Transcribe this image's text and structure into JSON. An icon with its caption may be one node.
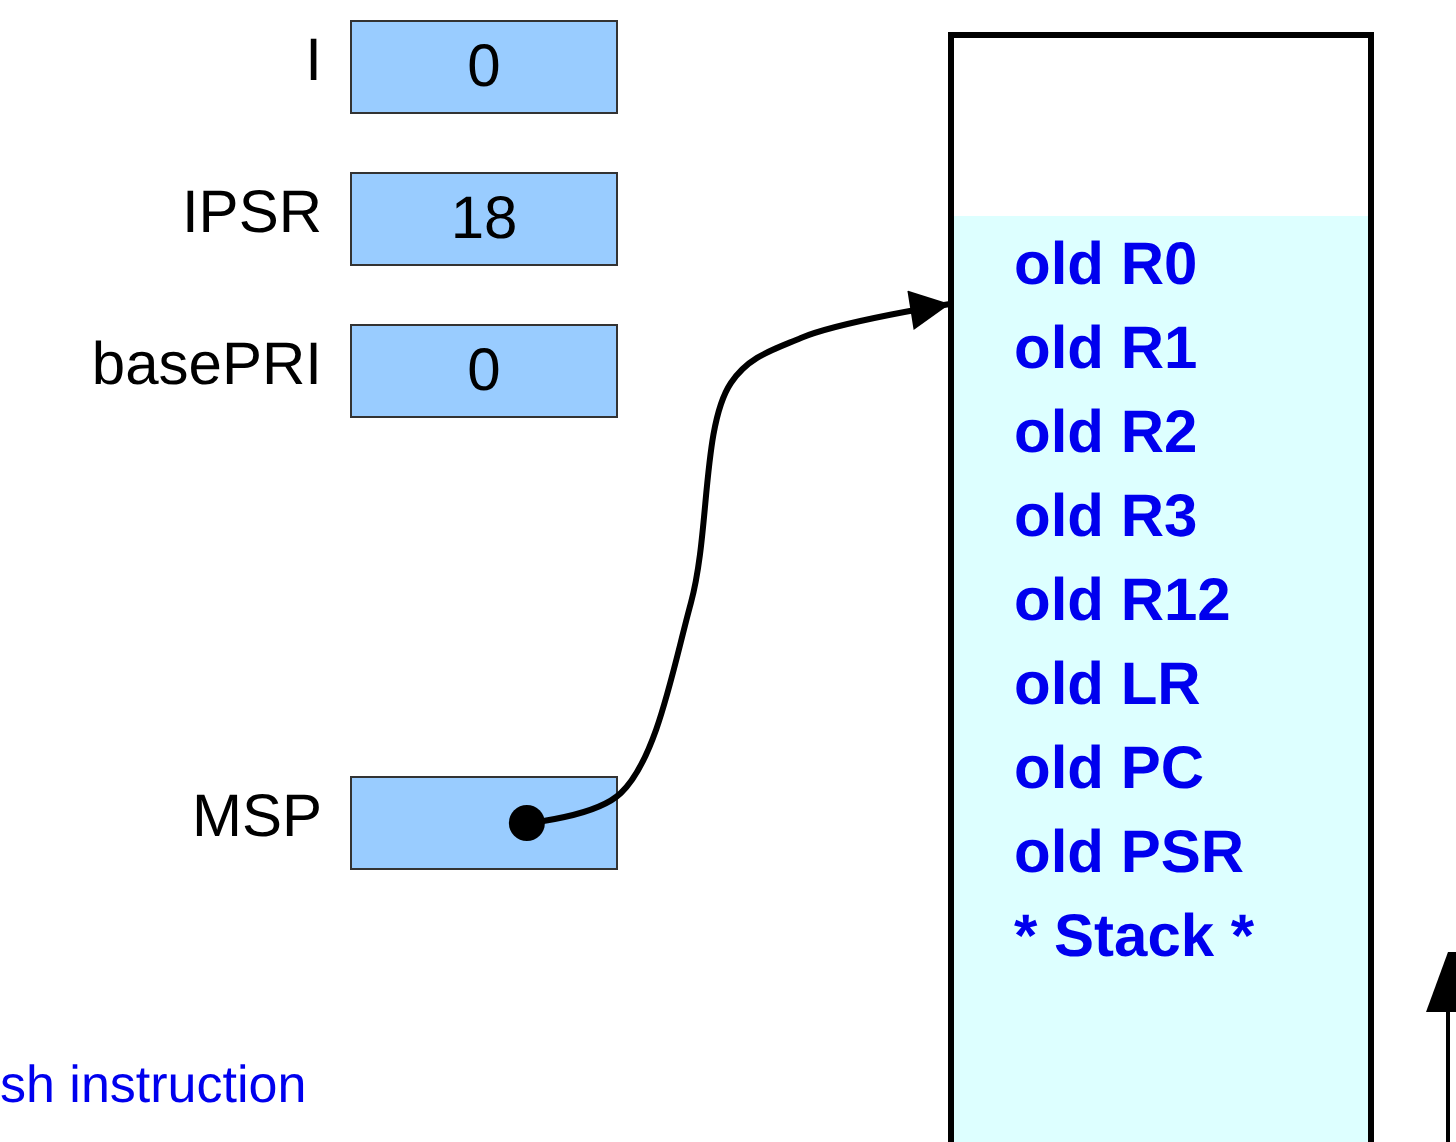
{
  "diagram": {
    "nodes": [
      {
        "text": [
          "0"
        ],
        "beside": [
          "I"
        ]
      },
      {
        "text": [
          "18"
        ],
        "beside": [
          "IPSR"
        ]
      },
      {
        "text": [
          "0"
        ],
        "beside": [
          "basePRI"
        ]
      },
      {
        "text": [],
        "shape": "box",
        "beside": [
          "MSP"
        ]
      },
      {
        "text": [],
        "shape": "box"
      },
      {
        "text": [
          "old R0",
          "old R1",
          "old R2",
          "old R3",
          "old R12",
          "old LR",
          "old PC",
          "old PSR",
          "* Stack *"
        ],
        "in": 4
      }
    ],
    "edges": [
      {
        "from": 3,
        "to": 5,
        "arrow": "to"
      }
    ],
    "labels": [
      "sh instruction"
    ]
  }
}
